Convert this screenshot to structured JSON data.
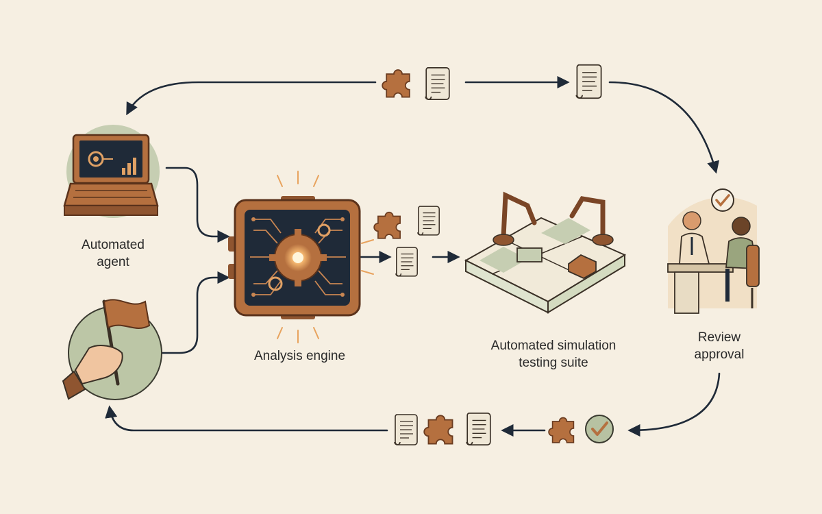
{
  "diagram": {
    "nodes": {
      "agent": {
        "lines": [
          "Automated",
          "agent"
        ],
        "icon": "computer-terminal-icon"
      },
      "engine": {
        "lines": [
          "Analysis engine"
        ],
        "icon": "circuit-gear-chip-icon"
      },
      "sim": {
        "lines": [
          "Automated simulation",
          "testing suite"
        ],
        "icon": "robot-arm-platform-icon"
      },
      "review": {
        "lines": [
          "Review",
          "approval"
        ],
        "icon": "meeting-approval-icon"
      },
      "flag": {
        "lines": [],
        "icon": "hand-flag-icon"
      }
    },
    "colors": {
      "background": "#f6efe2",
      "copper": "#b5703f",
      "copper_dark": "#7a4526",
      "navy": "#1f2a38",
      "sage": "#b7c2a2",
      "paper": "#efe7d6"
    }
  }
}
